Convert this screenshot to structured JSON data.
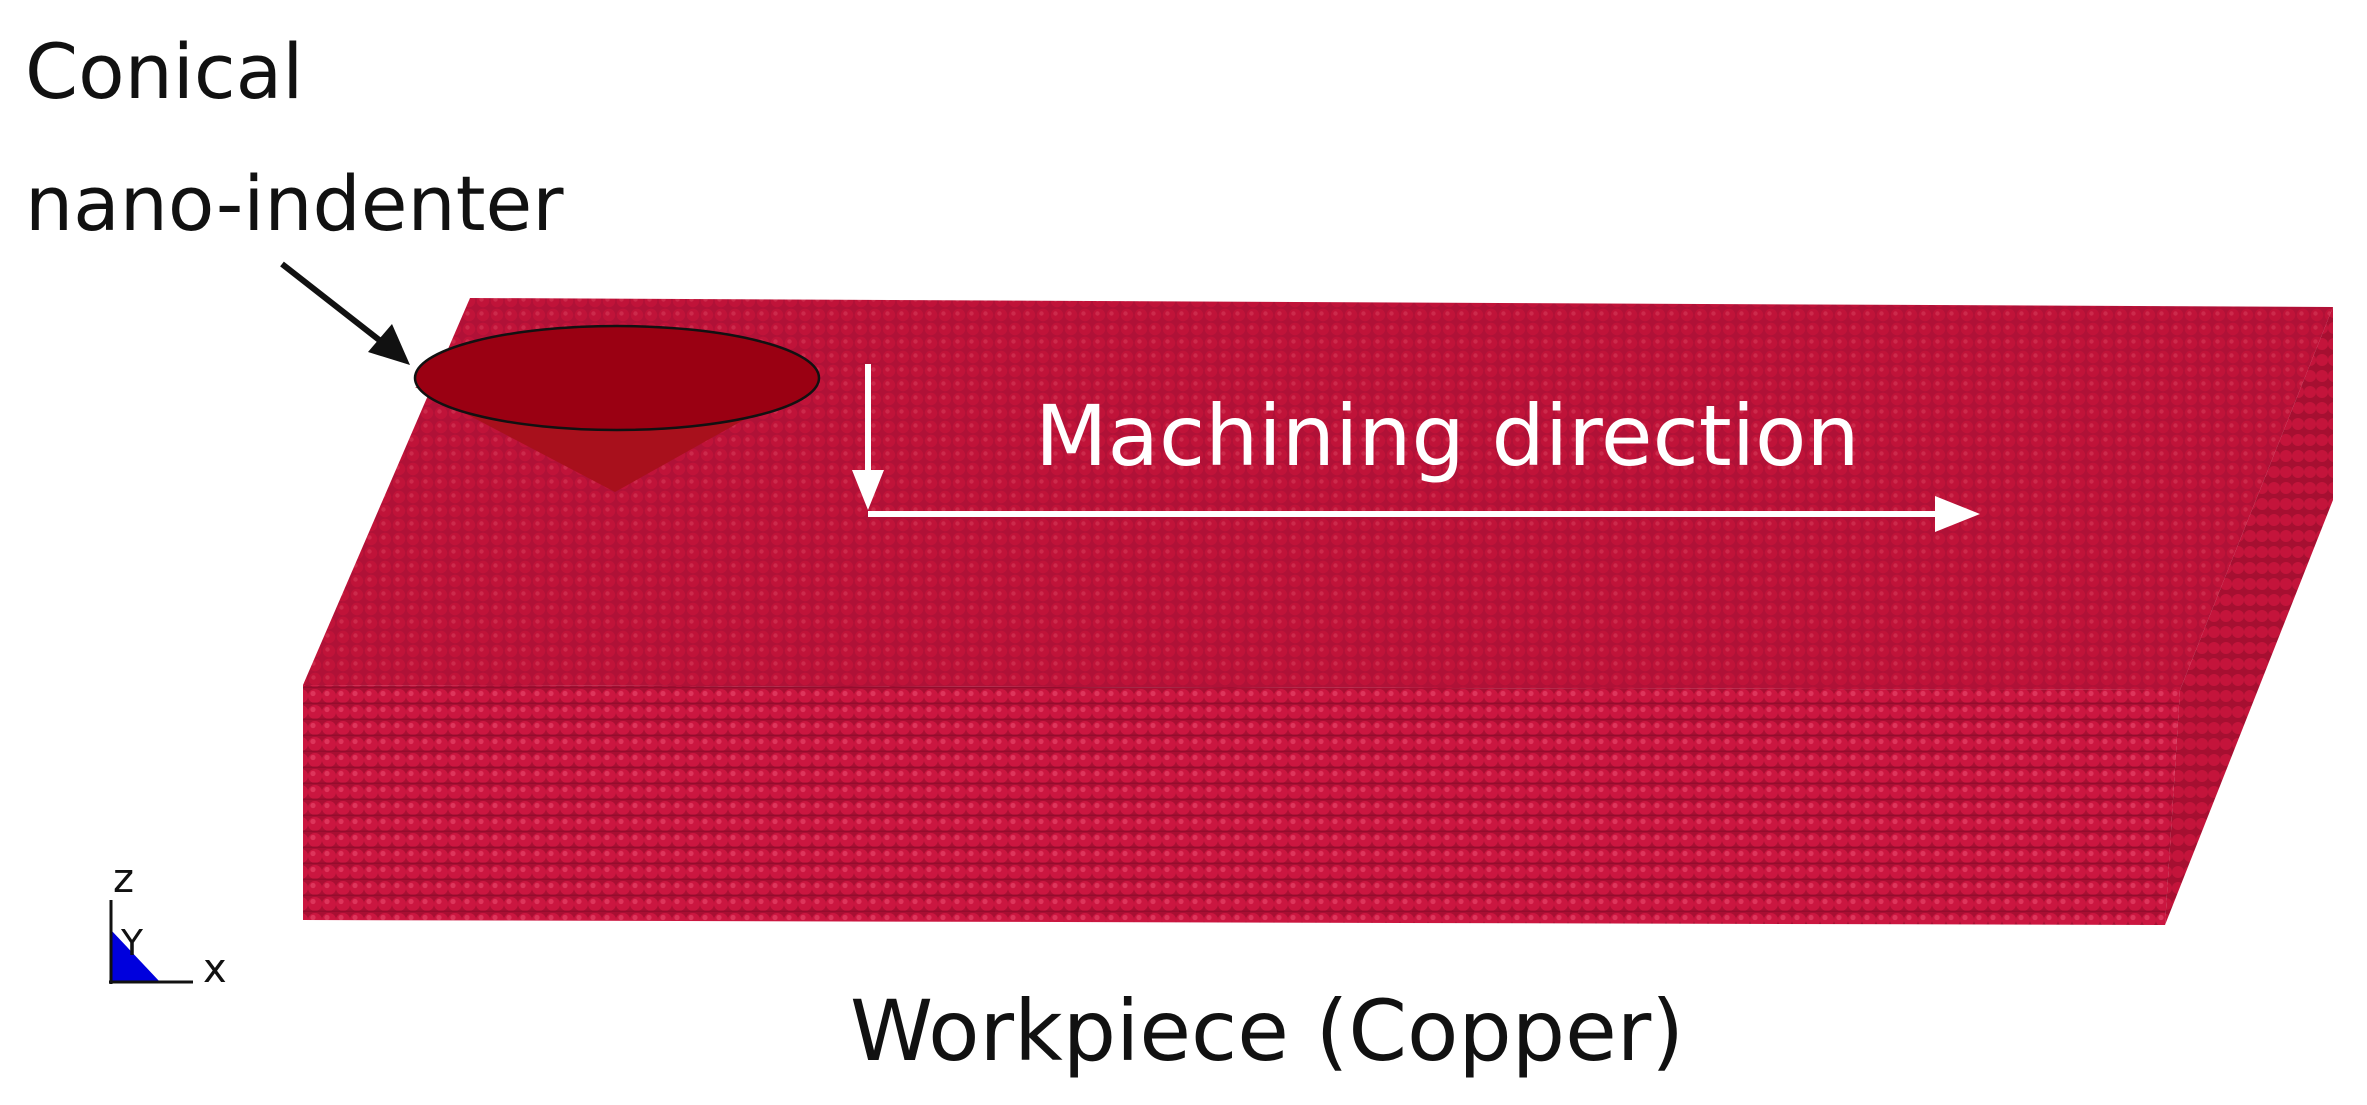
{
  "labels": {
    "indenter_line1": "Conical",
    "indenter_line2": "nano-indenter",
    "direction": "Machining direction",
    "workpiece": "Workpiece (Copper)"
  },
  "axes": {
    "z": "z",
    "y": "Y",
    "x": "x"
  },
  "colors": {
    "atom": "#c8143c",
    "atom_light": "#e8486a",
    "atom_dark": "#7e0a22",
    "indenter_top": "#9a0012",
    "indenter_side": "#a8101c",
    "arrow": "#ffffff",
    "axis_fill": "#0000dd",
    "text": "#111111"
  }
}
